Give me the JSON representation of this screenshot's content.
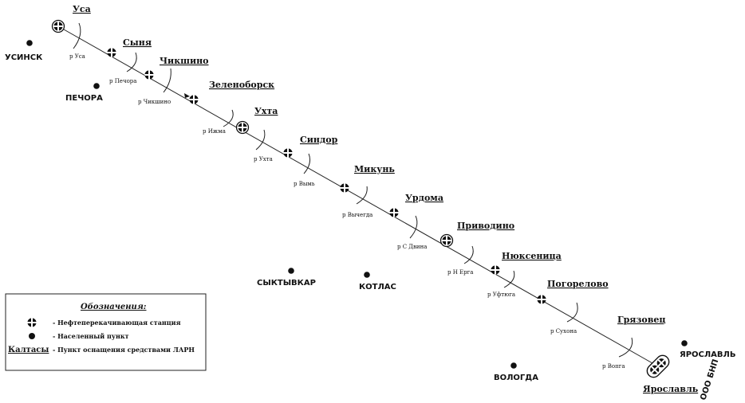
{
  "stations": [
    {
      "name": "Уса",
      "kind": "pumping-double"
    },
    {
      "name": "Сыня",
      "kind": "pumping"
    },
    {
      "name": "Чикшино",
      "kind": "pumping"
    },
    {
      "name": "Зеленоборск",
      "kind": "pumping"
    },
    {
      "name": "Ухта",
      "kind": "pumping-double"
    },
    {
      "name": "Синдор",
      "kind": "pumping"
    },
    {
      "name": "Микунь",
      "kind": "pumping"
    },
    {
      "name": "Урдома",
      "kind": "pumping"
    },
    {
      "name": "Приводино",
      "kind": "pumping-double"
    },
    {
      "name": "Нюксеница",
      "kind": "pumping"
    },
    {
      "name": "Погорелово",
      "kind": "pumping"
    },
    {
      "name": "Грязовец",
      "kind": "none"
    },
    {
      "name": "Ярославль",
      "kind": "terminal"
    }
  ],
  "cities": [
    "УСИНСК",
    "ПЕЧОРА",
    "СЫКТЫВКАР",
    "КОТЛАС",
    "ВОЛОГДА",
    "ЯРОСЛАВЛЬ"
  ],
  "rivers": [
    "р Уса",
    "р Печора",
    "р Чикшино",
    "р Ижма",
    "р Ухта",
    "р Вымь",
    "р Вычегда",
    "р С Двина",
    "р Н Ерга",
    "р Уфтюга",
    "р Сухона",
    "р Вопга"
  ],
  "terminal_note": "ООО БНП",
  "legend": {
    "title": "Обозначения:",
    "items": [
      {
        "symbol": "pumping-station-icon",
        "text": "- Нефтеперекачивающая станция"
      },
      {
        "symbol": "settlement-icon",
        "text": "- Населенный пункт"
      },
      {
        "symbol": "Калтасы",
        "text": "- Пункт оснащения средствами ЛАРН"
      }
    ]
  },
  "colors": {
    "line": "#222222",
    "fill": "#111111",
    "background": "#ffffff"
  }
}
